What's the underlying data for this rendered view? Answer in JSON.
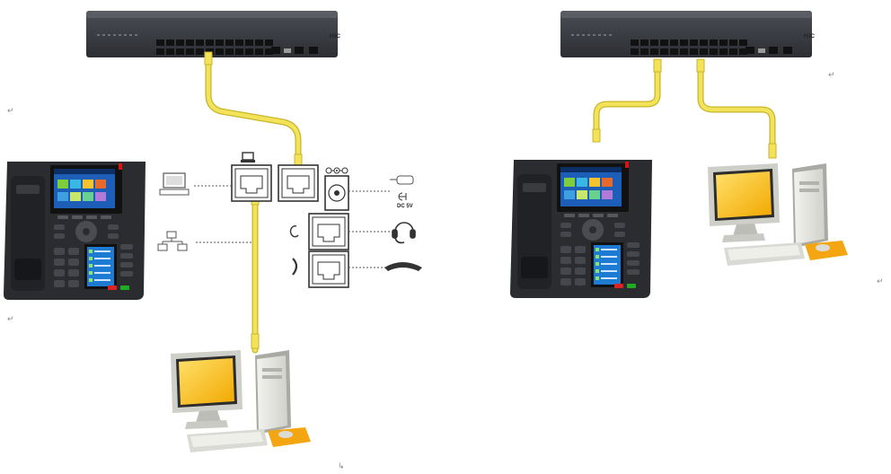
{
  "switches": [
    {
      "brand": "H3C"
    },
    {
      "brand": "H3C"
    }
  ],
  "ports": {
    "power_label": "DC 5V"
  },
  "marks": {
    "return": "↵",
    "corner": "↳"
  },
  "colors": {
    "cable": "#f2e35a",
    "cable_edge": "#c9b52a",
    "device_dark": "#2a2b2e",
    "switch_body": "#3b3d42",
    "monitor_screen": "#f6c21c"
  },
  "icons": [
    "ethernet-switch-icon",
    "ip-phone-icon",
    "computer-icon",
    "laptop-icon",
    "network-icon",
    "power-adapter-icon",
    "headset-icon",
    "handset-icon"
  ]
}
